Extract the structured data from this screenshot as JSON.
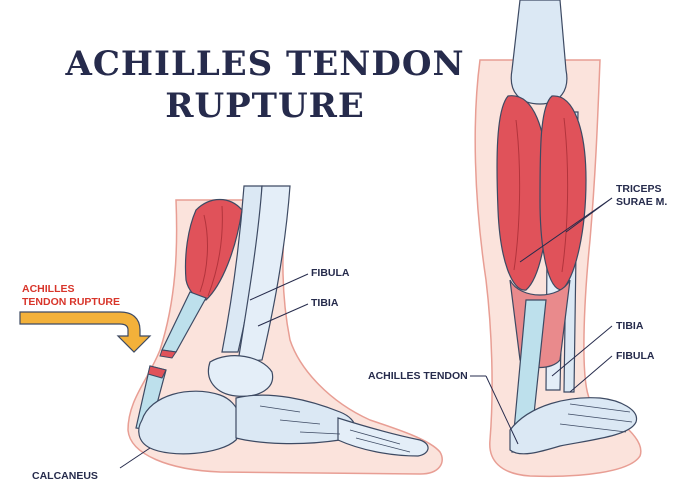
{
  "title": {
    "line1": "ACHILLES TENDON",
    "line2": "RUPTURE"
  },
  "labels": {
    "rupture_line1": "ACHILLES",
    "rupture_line2": "TENDON RUPTURE",
    "fibula_left": "FIBULA",
    "tibia_left": "TIBIA",
    "calcaneus": "CALCANEUS",
    "triceps_line1": "TRICEPS",
    "triceps_line2": "SURAE M.",
    "tibia_right": "TIBIA",
    "fibula_right": "FIBULA",
    "achilles_tendon": "ACHILLES TENDON"
  },
  "colors": {
    "title": "#262b4c",
    "rupture_label": "#d8352a",
    "muscle": "#e0525a",
    "skin": "#fbe3dc",
    "bone": "#dbe8f4",
    "tendon": "#bde0ec",
    "arrow": "#f3b13a"
  }
}
